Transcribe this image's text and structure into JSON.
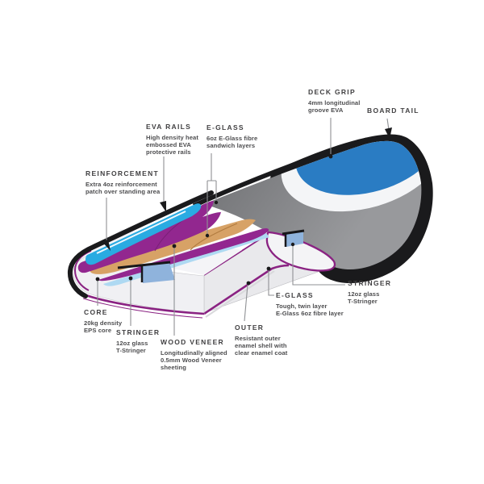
{
  "colors": {
    "black": "#1a1a1c",
    "deck_gray": "#8d8e91",
    "deck_gray_dark": "#747578",
    "pad_blue": "#2a7cc3",
    "band_white": "#f4f5f7",
    "eva_cyan": "#29abe2",
    "glass_purple": "#92278f",
    "pinstripe_purple": "#8a2282",
    "wood_tan": "#d7a266",
    "laminate_pale_blue": "#aed9f2",
    "stringer_web_blue": "#8fb3dc",
    "core_white": "#f0f0f3",
    "leader_gray": "#8f9194",
    "text": "#414042"
  },
  "labels": [
    {
      "id": "eva-rails",
      "title": "EVA RAILS",
      "desc": "High density heat\nembossed EVA\nprotective rails"
    },
    {
      "id": "e-glass-top",
      "title": "E-GLASS",
      "desc": "6oz E-Glass fibre\nsandwich layers"
    },
    {
      "id": "deck-grip",
      "title": "DECK GRIP",
      "desc": "4mm longitudinal\ngroove EVA"
    },
    {
      "id": "board-tail",
      "title": "BOARD TAIL",
      "desc": ""
    },
    {
      "id": "reinforcement",
      "title": "REINFORCEMENT",
      "desc": "Extra 4oz reinforcement\npatch over standing area"
    },
    {
      "id": "core",
      "title": "CORE",
      "desc": "20kg density\nEPS core"
    },
    {
      "id": "stringer-left",
      "title": "STRINGER",
      "desc": "12oz glass\nT-Stringer"
    },
    {
      "id": "wood-veneer",
      "title": "WOOD VENEER",
      "desc": "Longitudinally aligned\n0.5mm Wood Veneer\nsheeting"
    },
    {
      "id": "outer",
      "title": "OUTER",
      "desc": "Resistant outer\nenamel shell with\nclear enamel coat"
    },
    {
      "id": "e-glass-bottom",
      "title": "E-GLASS",
      "desc": "Tough, twin layer\nE-Glass 6oz fibre layer"
    },
    {
      "id": "stringer-right",
      "title": "STRINGER",
      "desc": "12oz glass\nT-Stringer"
    }
  ]
}
